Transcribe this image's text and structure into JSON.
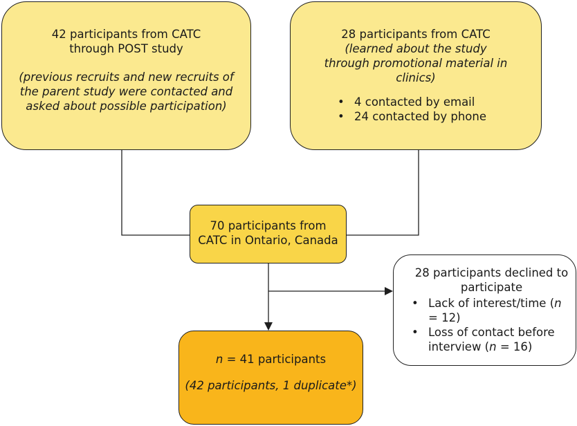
{
  "box_post": {
    "title": "42 participants from CATC through POST study",
    "note": "(previous recruits and new recruits of the parent study were contacted and asked about possible participation)"
  },
  "box_catc": {
    "title": "28 participants from CATC",
    "note": "(learned about the study through promotional material in clinics)",
    "items": [
      "4 contacted by email",
      "24 contacted by phone"
    ]
  },
  "box_total": {
    "line1": "70 participants from",
    "line2": "CATC in Ontario, Canada"
  },
  "box_declined": {
    "title": "28 participants declined to participate",
    "item1_a": "Lack of interest/time (",
    "item1_n": "n",
    "item1_b": " = 12)",
    "item2_a": "Loss of contact before interview (",
    "item2_n": "n",
    "item2_b": " = 16)"
  },
  "box_final": {
    "n_label": "n",
    "count_text": " = 41 participants",
    "note": "(42 participants, 1 duplicate*)"
  }
}
